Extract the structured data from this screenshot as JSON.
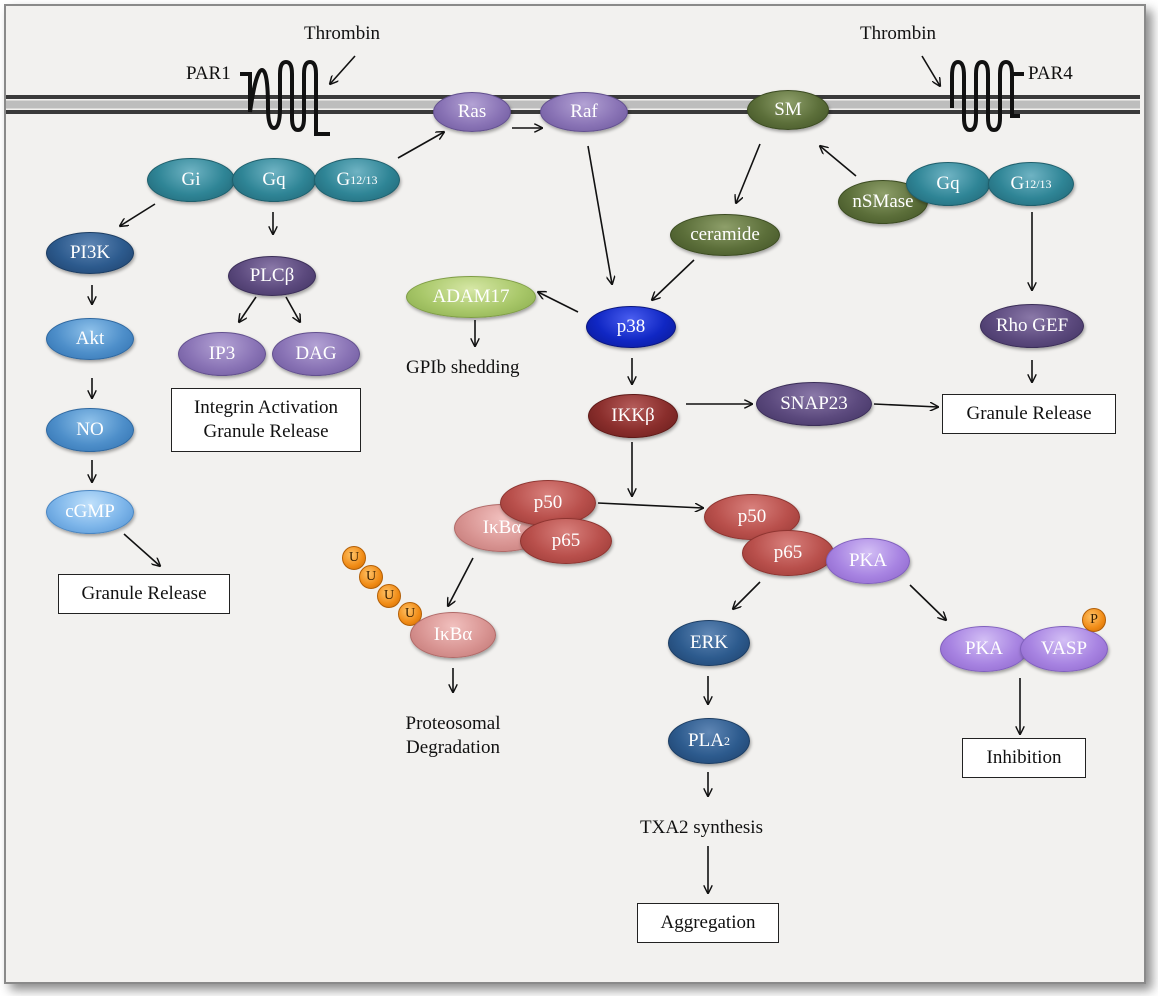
{
  "labels": {
    "thrombin_left": "Thrombin",
    "thrombin_right": "Thrombin",
    "par1": "PAR1",
    "par4": "PAR4",
    "gpib_shedding": "GPIb shedding",
    "proteosomal_1": "Proteosomal",
    "proteosomal_2": "Degradation",
    "txa2": "TXA2 synthesis"
  },
  "nodes": {
    "ras": "Ras",
    "raf": "Raf",
    "sm": "SM",
    "gi": "Gi",
    "gq_left": "Gq",
    "g1213_left_main": "G",
    "g1213_left_sub": "12/13",
    "nsmase": "nSMase",
    "gq_right": "Gq",
    "g1213_right_main": "G",
    "g1213_right_sub": "12/13",
    "pi3k": "PI3K",
    "plcb": "PLCβ",
    "ceramide": "ceramide",
    "adam17": "ADAM17",
    "p38": "p38",
    "rhogef": "Rho GEF",
    "akt": "Akt",
    "ip3": "IP3",
    "dag": "DAG",
    "ikkb": "IKKβ",
    "snap23": "SNAP23",
    "no": "NO",
    "cgmp": "cGMP",
    "p50_left": "p50",
    "ikba_complex": "IκBα",
    "p65_left": "p65",
    "p50_right": "p50",
    "p65_right": "p65",
    "pka_right": "PKA",
    "ikba_free": "IκBα",
    "erk": "ERK",
    "pka_bottom": "PKA",
    "vasp": "VASP",
    "pla2_main": "PLA",
    "pla2_sub": "2",
    "ubiquitin": "U",
    "phospho": "P"
  },
  "boxes": {
    "integrin_1": "Integrin Activation",
    "integrin_2": "Granule Release",
    "granule_left": "Granule Release",
    "granule_right": "Granule Release",
    "aggregation": "Aggregation",
    "inhibition": "Inhibition"
  },
  "colors": {
    "teal": "#2f8596",
    "navy": "#2d5b8e",
    "blue": "#4e8fca",
    "light_blue": "#7eb6ea",
    "dark_purple": "#5c4a7e",
    "mauve": "#8a74b6",
    "violet": "#a884e2",
    "olive": "#5c6f3a",
    "lime": "#a9c86a",
    "royal_blue": "#1027c4",
    "maroon": "#8a2e2c",
    "red": "#b9504c",
    "pink": "#d99593",
    "ubiquitin_orange": "#f08a14",
    "background": "#f2f1ef"
  }
}
